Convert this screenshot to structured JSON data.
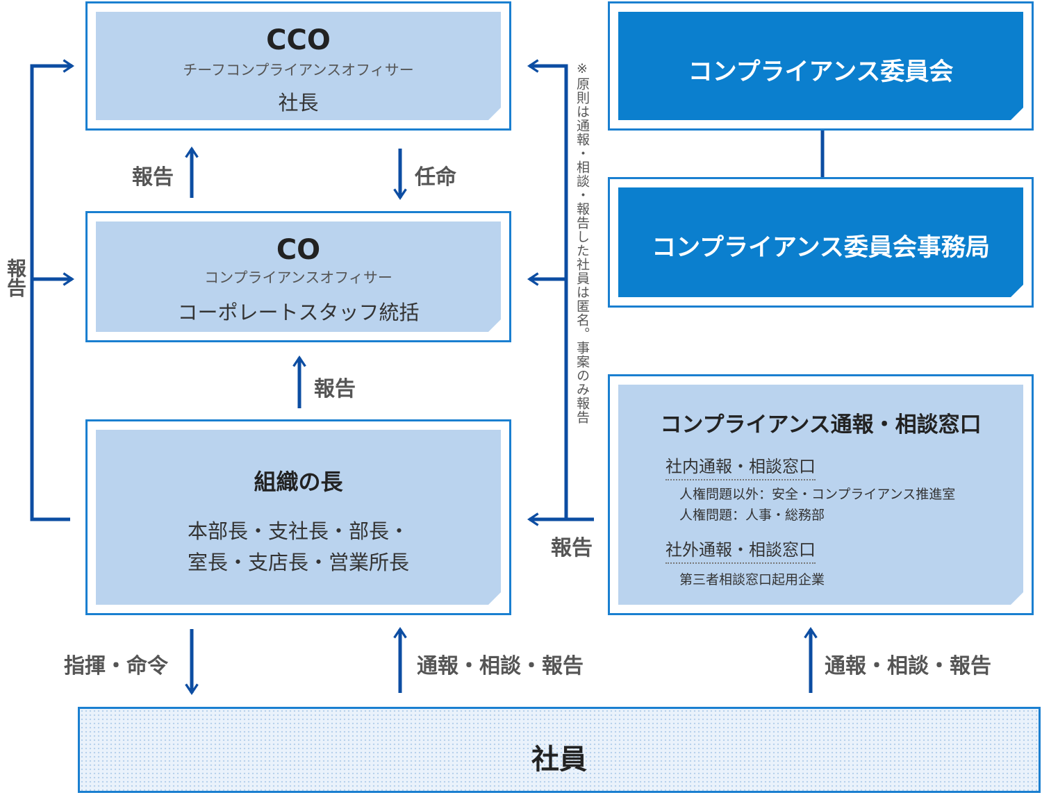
{
  "cco": {
    "title": "CCO",
    "subtitle": "チーフコンプライアンスオフィサー",
    "role": "社長"
  },
  "co": {
    "title": "CO",
    "subtitle": "コンプライアンスオフィサー",
    "role": "コーポレートスタッフ統括"
  },
  "org_head": {
    "title": "組織の長",
    "line1": "本部長・支社長・部長・",
    "line2": "室長・支店長・営業所長"
  },
  "committee": {
    "title": "コンプライアンス委員会"
  },
  "secretariat": {
    "title": "コンプライアンス委員会事務局"
  },
  "hotline": {
    "title": "コンプライアンス通報・相談窓口",
    "internal_label": "社内通報・相談窓口",
    "internal_line1": "人権問題以外：安全・コンプライアンス推進室",
    "internal_line2": "人権問題：人事・総務部",
    "external_label": "社外通報・相談窓口",
    "external_line1": "第三者相談窓口起用企業"
  },
  "employees": {
    "title": "社員"
  },
  "labels": {
    "report_left_vertical": "報告",
    "report_up_1": "報告",
    "appoint": "任命",
    "report_up_2": "報告",
    "report_right": "報告",
    "command": "指揮・命令",
    "consult_report_1": "通報・相談・報告",
    "consult_report_2": "通報・相談・報告"
  },
  "note_vertical": "※原則は通報・相談・報告した社員は匿名。事案のみ報告",
  "colors": {
    "frame": "#1a7fd0",
    "light_fill": "#bad3ee",
    "dark_fill": "#0b7fce",
    "arrow": "#0c4da2"
  }
}
